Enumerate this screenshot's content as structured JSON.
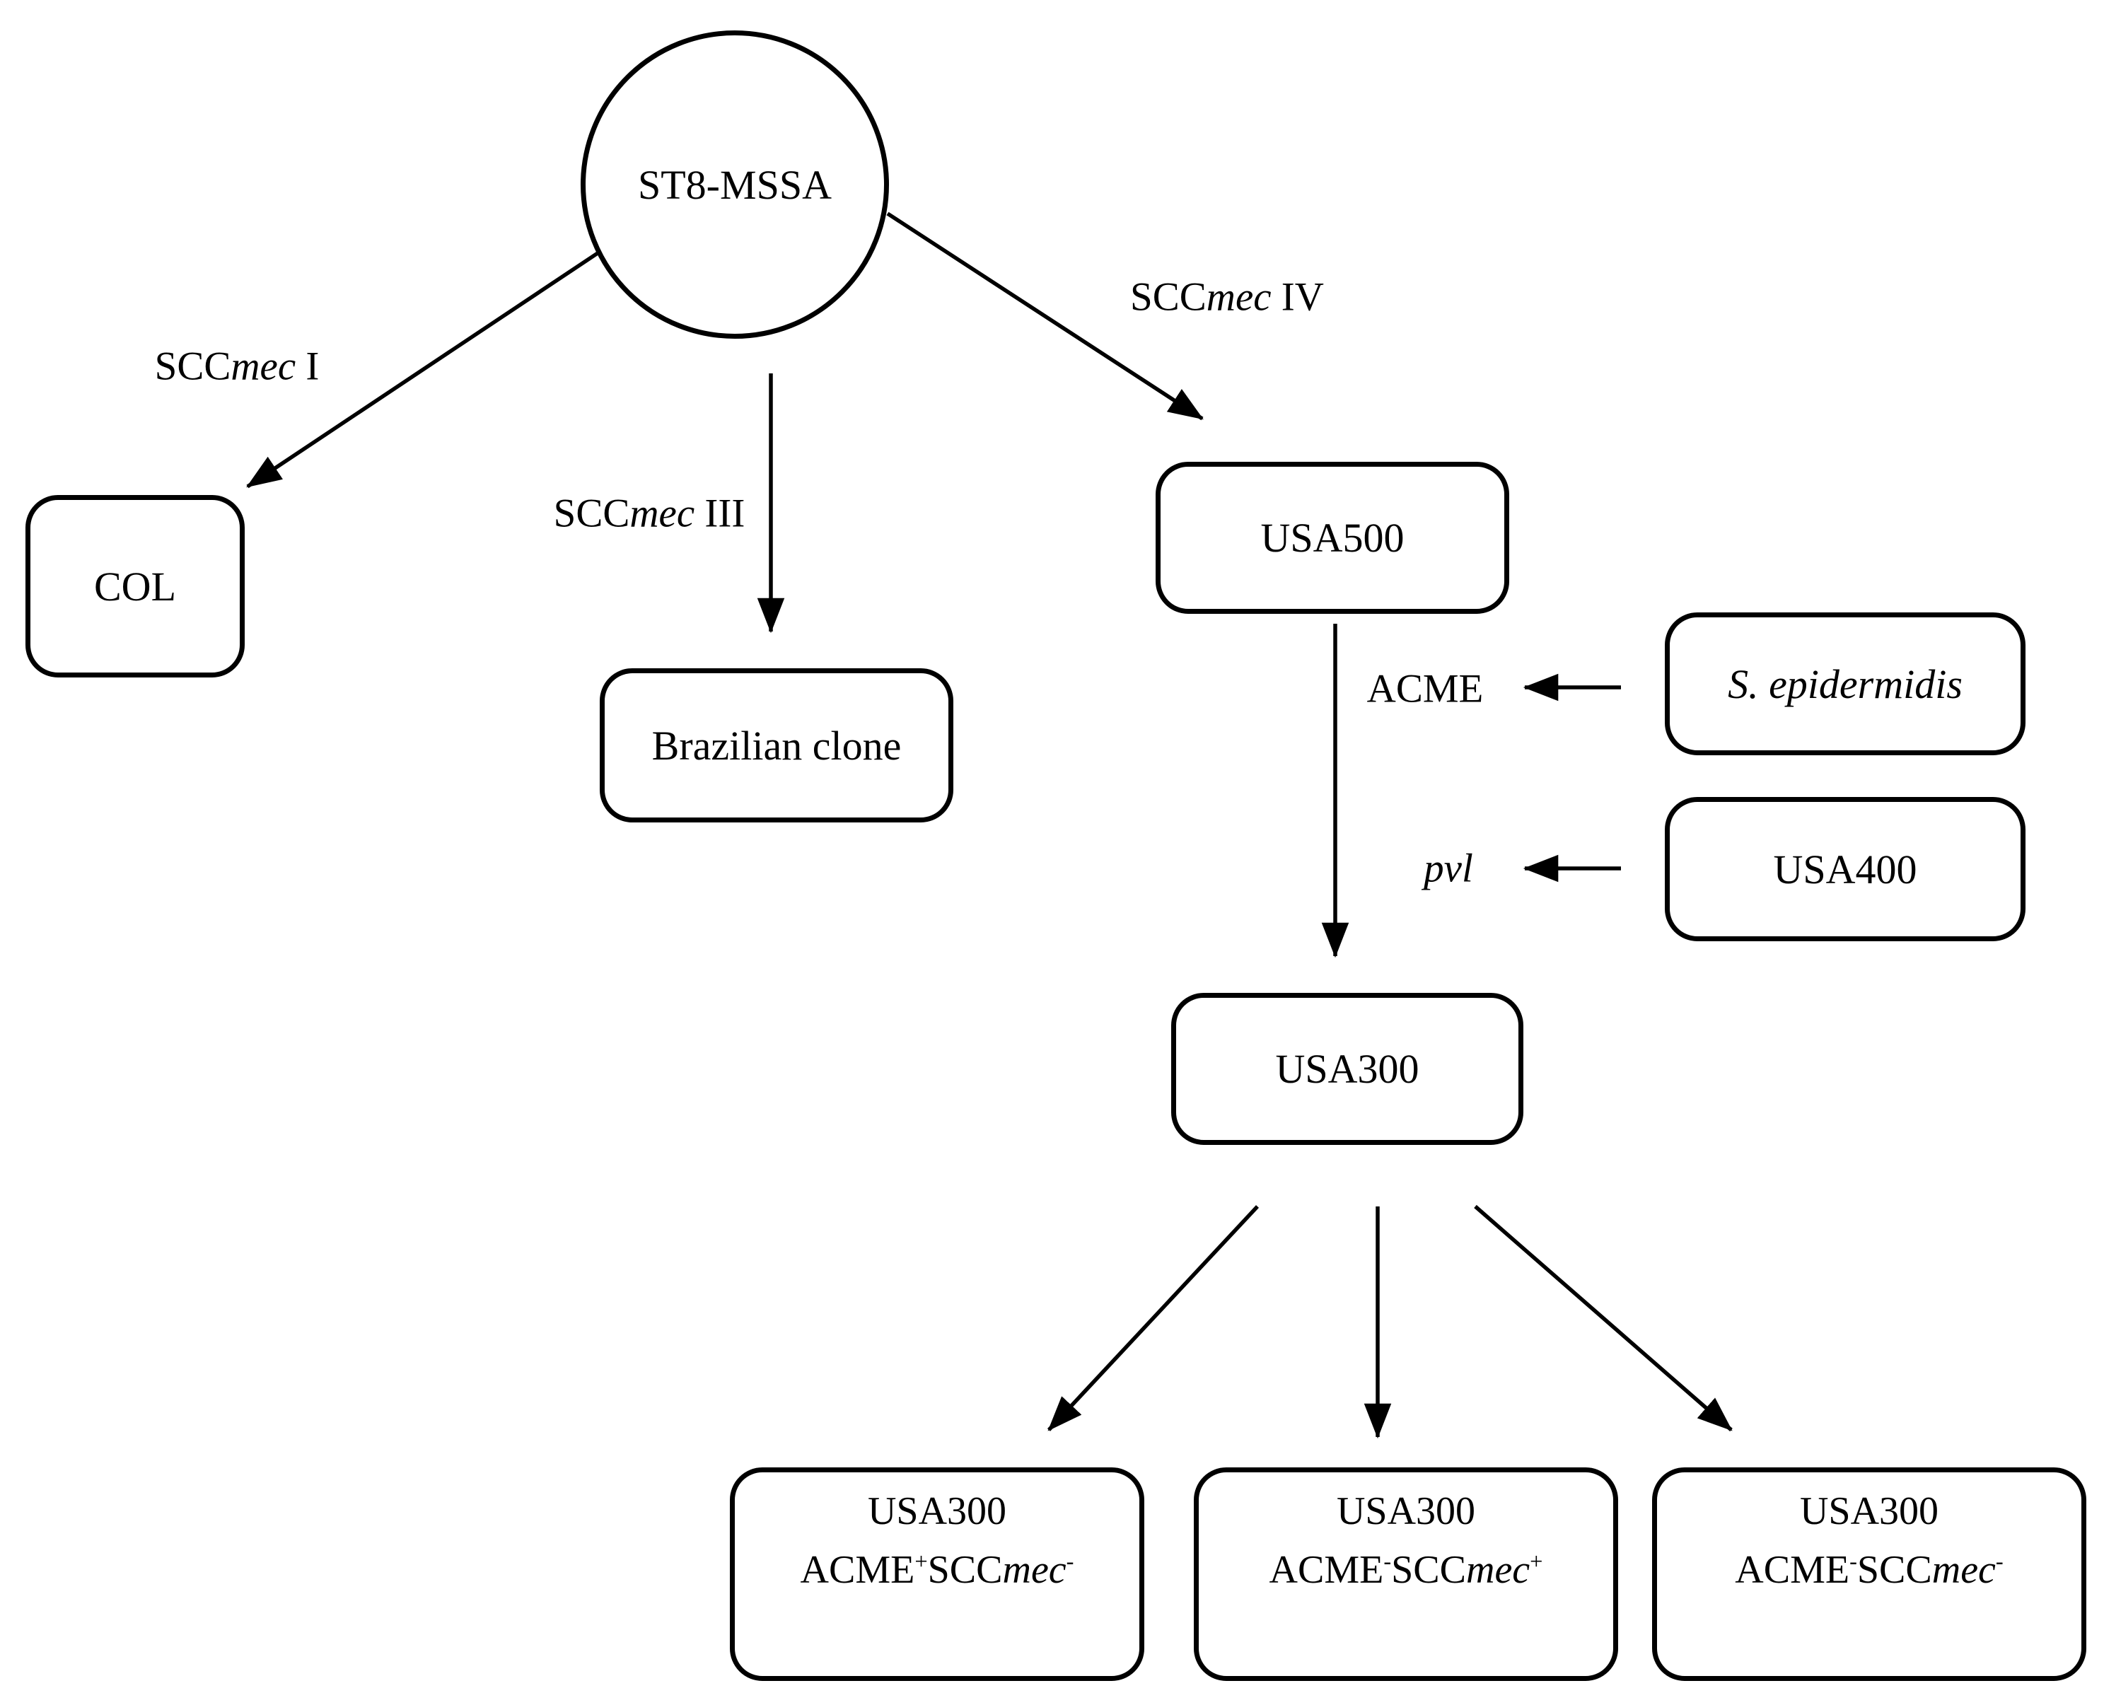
{
  "figure": {
    "background": "#ffffff",
    "ink": "#000000",
    "nodes": {
      "st8_mssa": "ST8-MSSA",
      "col": "COL",
      "brazilian_clone": "Brazilian clone",
      "usa500": "USA500",
      "s_epidermidis": "S. epidermidis",
      "usa400": "USA400",
      "usa300": "USA300"
    },
    "edge_labels": {
      "sccmec_i": {
        "scc": "SCC",
        "mec": "mec",
        "variant": " I"
      },
      "sccmec_iii": {
        "scc": "SCC",
        "mec": "mec",
        "variant": " III"
      },
      "sccmec_iv": {
        "scc": "SCC",
        "mec": "mec",
        "variant": " IV"
      },
      "acme": "ACME",
      "pvl": "pvl"
    },
    "variants": [
      {
        "line1": "USA300",
        "acme": "ACME",
        "acme_sign": "+",
        "scc": "SCC",
        "mec": "mec",
        "mec_sign": "-"
      },
      {
        "line1": "USA300",
        "acme": "ACME",
        "acme_sign": "-",
        "scc": "SCC",
        "mec": "mec",
        "mec_sign": "+"
      },
      {
        "line1": "USA300",
        "acme": "ACME",
        "acme_sign": "-",
        "scc": "SCC",
        "mec": "mec",
        "mec_sign": "-"
      }
    ]
  }
}
